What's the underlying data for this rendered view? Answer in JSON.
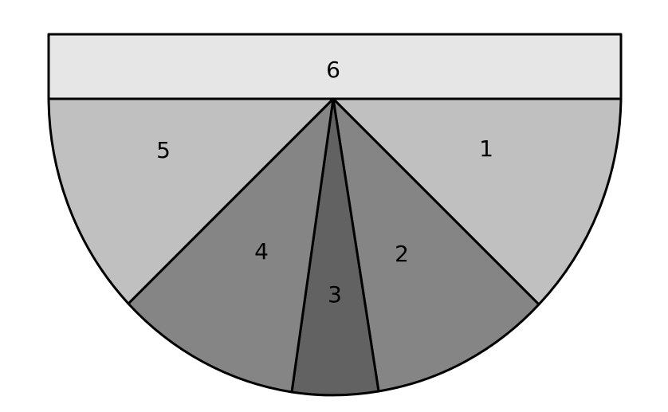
{
  "diagram": {
    "regions": [
      {
        "label": "1",
        "fill": "#c0c0c0"
      },
      {
        "label": "2",
        "fill": "#858585"
      },
      {
        "label": "3",
        "fill": "#626262"
      },
      {
        "label": "4",
        "fill": "#858585"
      },
      {
        "label": "5",
        "fill": "#c0c0c0"
      },
      {
        "label": "6",
        "fill": "#e6e6e6"
      }
    ],
    "stroke_color": "#000000"
  }
}
